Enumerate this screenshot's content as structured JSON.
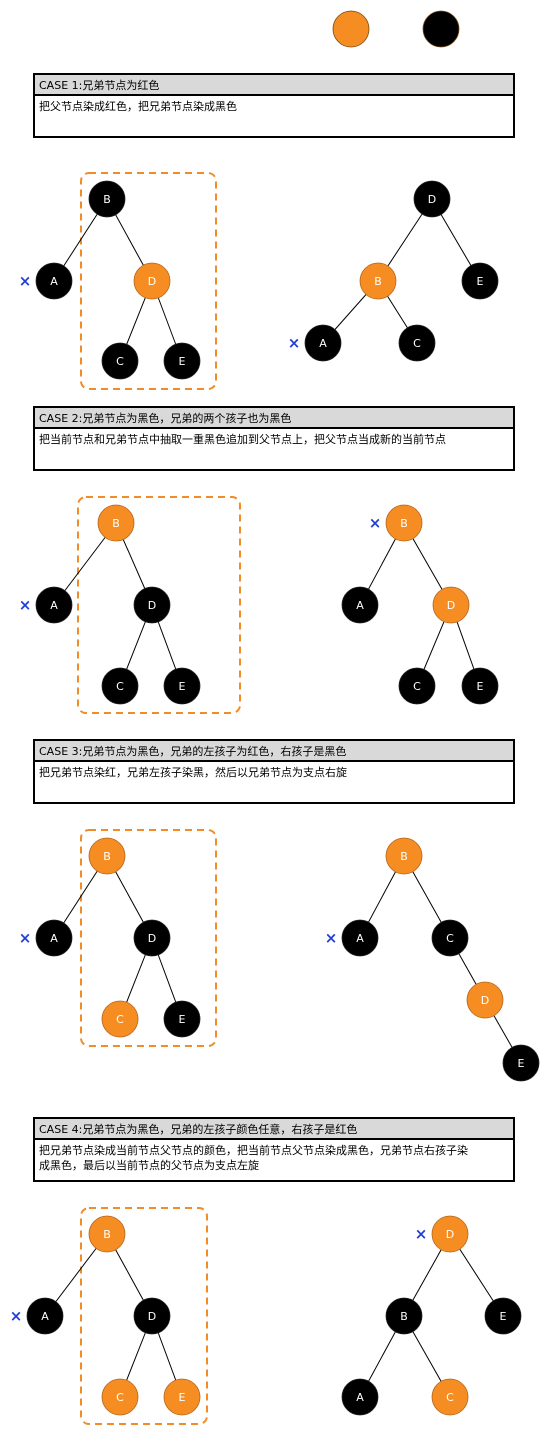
{
  "colors": {
    "red": "#f68d22",
    "black": "#000000",
    "node_red_text": "#ffffff",
    "node_black_text": "#ffffff",
    "edge": "#000000",
    "dash": "#f28c28",
    "mark": "#1f3fd9",
    "header_bg": "#d9d9d9"
  },
  "legend": [
    "red",
    "black"
  ],
  "cases": [
    {
      "title": "CASE 1:兄弟节点为红色",
      "lines": [
        "把父节点染成红色，把兄弟节点染成黑色"
      ],
      "before": {
        "nodes": {
          "B": "black",
          "A": "black",
          "D": "red",
          "C": "black",
          "E": "black"
        },
        "edges": [
          [
            "B",
            "A"
          ],
          [
            "B",
            "D"
          ],
          [
            "D",
            "C"
          ],
          [
            "D",
            "E"
          ]
        ],
        "marked": "A"
      },
      "after": {
        "nodes": {
          "D": "black",
          "B": "red",
          "E": "black",
          "A": "black",
          "C": "black"
        },
        "edges": [
          [
            "D",
            "B"
          ],
          [
            "D",
            "E"
          ],
          [
            "B",
            "A"
          ],
          [
            "B",
            "C"
          ]
        ],
        "marked": "A"
      }
    },
    {
      "title": "CASE 2:兄弟节点为黑色，兄弟的两个孩子也为黑色",
      "lines": [
        "把当前节点和兄弟节点中抽取一重黑色追加到父节点上，把父节点当成新的当前节点"
      ],
      "before": {
        "nodes": {
          "B": "red",
          "A": "black",
          "D": "black",
          "C": "black",
          "E": "black"
        },
        "edges": [
          [
            "B",
            "A"
          ],
          [
            "B",
            "D"
          ],
          [
            "D",
            "C"
          ],
          [
            "D",
            "E"
          ]
        ],
        "marked": "A"
      },
      "after": {
        "nodes": {
          "B": "red",
          "A": "black",
          "D": "red",
          "C": "black",
          "E": "black"
        },
        "edges": [
          [
            "B",
            "A"
          ],
          [
            "B",
            "D"
          ],
          [
            "D",
            "C"
          ],
          [
            "D",
            "E"
          ]
        ],
        "marked": "B"
      }
    },
    {
      "title": "CASE 3:兄弟节点为黑色，兄弟的左孩子为红色，右孩子是黑色",
      "lines": [
        "把兄弟节点染红，兄弟左孩子染黑，然后以兄弟节点为支点右旋"
      ],
      "before": {
        "nodes": {
          "B": "red",
          "A": "black",
          "D": "black",
          "C": "red",
          "E": "black"
        },
        "edges": [
          [
            "B",
            "A"
          ],
          [
            "B",
            "D"
          ],
          [
            "D",
            "C"
          ],
          [
            "D",
            "E"
          ]
        ],
        "marked": "A"
      },
      "after": {
        "nodes": {
          "B": "red",
          "A": "black",
          "C": "black",
          "D": "red",
          "E": "black"
        },
        "edges": [
          [
            "B",
            "A"
          ],
          [
            "B",
            "C"
          ],
          [
            "C",
            "D"
          ],
          [
            "D",
            "E"
          ]
        ],
        "marked": "A"
      }
    },
    {
      "title": "CASE 4:兄弟节点为黑色，兄弟的左孩子颜色任意，右孩子是红色",
      "lines": [
        "把兄弟节点染成当前节点父节点的颜色，把当前节点父节点染成黑色，兄弟节点右孩子染",
        "成黑色，最后以当前节点的父节点为支点左旋"
      ],
      "before": {
        "nodes": {
          "B": "red",
          "A": "black",
          "D": "black",
          "C": "red",
          "E": "red"
        },
        "edges": [
          [
            "B",
            "A"
          ],
          [
            "B",
            "D"
          ],
          [
            "D",
            "C"
          ],
          [
            "D",
            "E"
          ]
        ],
        "marked": "A"
      },
      "after": {
        "nodes": {
          "D": "red",
          "B": "black",
          "E": "black",
          "A": "black",
          "C": "red"
        },
        "edges": [
          [
            "D",
            "B"
          ],
          [
            "D",
            "E"
          ],
          [
            "B",
            "A"
          ],
          [
            "B",
            "C"
          ]
        ],
        "marked": "D"
      }
    }
  ],
  "mark_symbol": "×"
}
